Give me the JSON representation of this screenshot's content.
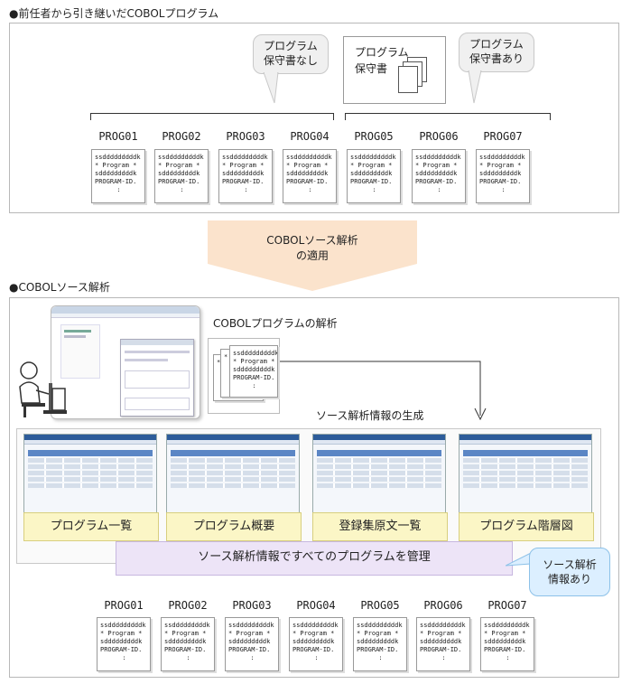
{
  "section1": {
    "title": "●前任者から引き継いだCOBOLプログラム",
    "bubble_no_doc": [
      "プログラム",
      "保守書なし"
    ],
    "bubble_with_doc": [
      "プログラム",
      "保守書あり"
    ],
    "maintenance_doc_label": [
      "プログラム",
      "保守書"
    ]
  },
  "programs": [
    "PROG01",
    "PROG02",
    "PROG03",
    "PROG04",
    "PROG05",
    "PROG06",
    "PROG07"
  ],
  "source_snippet": {
    "line1": "ssdddddddddk",
    "line2": "* Program *",
    "line3": "sdddddddddk",
    "line4": "PROGRAM-ID.",
    "line5": ":"
  },
  "arrow": {
    "line1": "COBOLソース解析",
    "line2": "の適用"
  },
  "section2": {
    "title": "●COBOLソース解析",
    "analysis_label": "COBOLプログラムの解析",
    "generate_label": "ソース解析情報の生成",
    "screens": [
      "プログラム一覧",
      "プログラム概要",
      "登録集原文一覧",
      "プログラム階層図"
    ],
    "manage_label": "ソース解析情報ですべてのプログラムを管理",
    "bubble_info": [
      "ソース解析",
      "情報あり"
    ]
  }
}
